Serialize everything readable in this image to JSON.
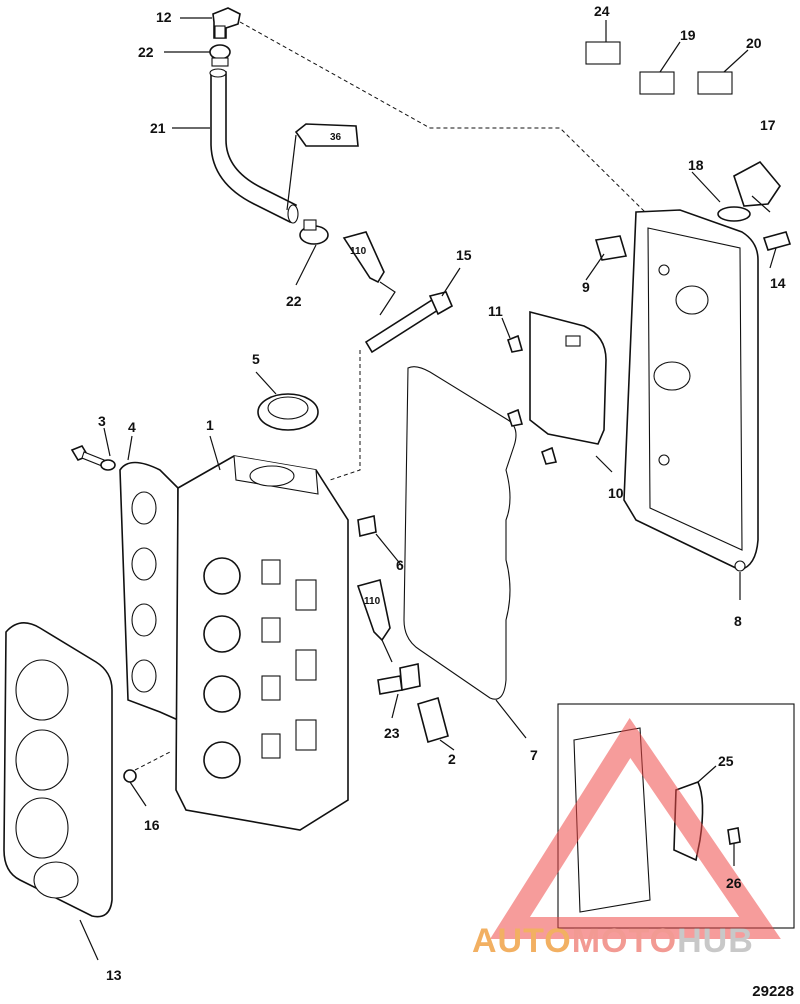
{
  "diagram": {
    "callouts": [
      "1",
      "2",
      "3",
      "4",
      "5",
      "6",
      "7",
      "8",
      "9",
      "10",
      "11",
      "12",
      "13",
      "14",
      "15",
      "16",
      "17",
      "18",
      "19",
      "20",
      "21",
      "22",
      "23",
      "24",
      "25",
      "26"
    ],
    "extra_callouts": {
      "22b": "22"
    },
    "sealant_labels": {
      "tube_36": "36",
      "tube_110_top": "110",
      "tube_110_mid": "110"
    }
  },
  "watermark": {
    "part1": "AUTO",
    "part2": "MOTO",
    "part3": "HUB"
  },
  "figure_number": "29228"
}
